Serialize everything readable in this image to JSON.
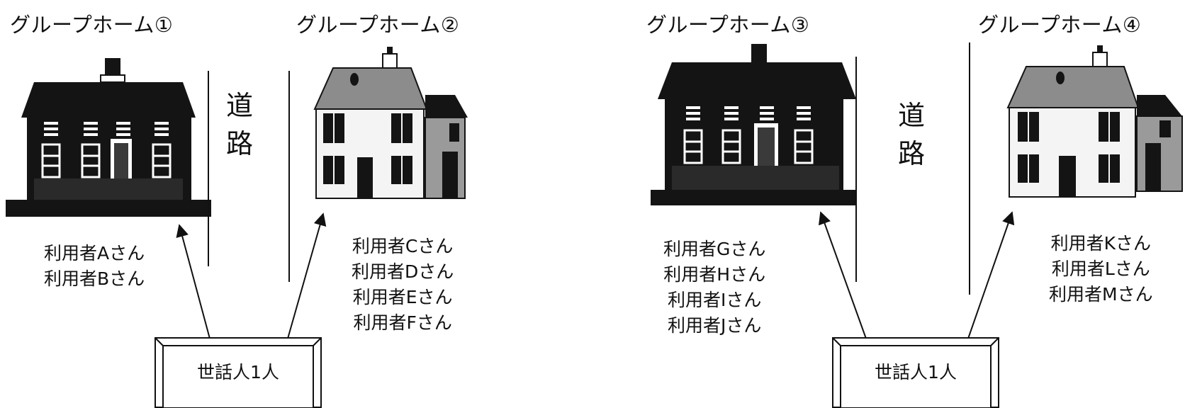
{
  "groups": [
    {
      "title": "グループホーム①",
      "users": [
        "利用者Aさん",
        "利用者Bさん"
      ]
    },
    {
      "title": "グループホーム②",
      "users": [
        "利用者Cさん",
        "利用者Dさん",
        "利用者Eさん",
        "利用者Fさん"
      ]
    },
    {
      "title": "グループホーム③",
      "users": [
        "利用者Gさん",
        "利用者Hさん",
        "利用者Iさん",
        "利用者Jさん"
      ]
    },
    {
      "title": "グループホーム④",
      "users": [
        "利用者Kさん",
        "利用者Lさん",
        "利用者Mさん"
      ]
    }
  ],
  "road_labels": [
    {
      "char1": "道",
      "char2": "路"
    },
    {
      "char1": "道",
      "char2": "路"
    }
  ],
  "helpers": [
    {
      "label": "世話人1人"
    },
    {
      "label": "世話人1人"
    }
  ],
  "colors": {
    "ink": "#111111",
    "dark_house": "#141414",
    "roof_gray": "#8c8c8c",
    "wall_light": "#f4f4f4"
  }
}
